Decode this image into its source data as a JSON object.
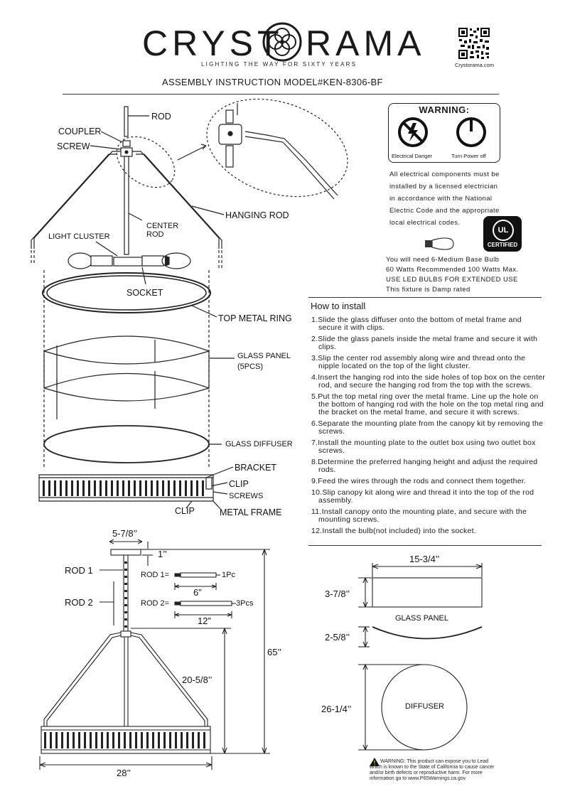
{
  "header": {
    "brand_left": "CRYST",
    "brand_right": "RAMA",
    "tagline": "LIGHTING THE WAY FOR SIXTY YEARS",
    "website": "Crystorama.com",
    "title": "ASSEMBLY INSTRUCTION MODEL#KEN-8306-BF"
  },
  "diagram_labels": {
    "rod": "ROD",
    "coupler": "COUPLER",
    "screw": "SCREW",
    "hanging_rod": "HANGING ROD",
    "center_rod_1": "CENTER",
    "center_rod_2": "ROD",
    "light_cluster": "LIGHT CLUSTER",
    "socket": "SOCKET",
    "top_metal_ring": "TOP METAL RING",
    "glass_panel_1": "GLASS PANEL",
    "glass_panel_2": "(5PCS)",
    "glass_diffuser": "GLASS DIFFUSER",
    "bracket": "BRACKET",
    "clip_right": "CLIP",
    "screws": "SCREWS",
    "clip_left": "CLIP",
    "metal_frame": "METAL FRAME"
  },
  "warning": {
    "title": "WARNING:",
    "icon_left_caption": "Electrical Danger",
    "icon_right_caption": "Turn Power off",
    "lines": [
      "All electrical components must be",
      "installed by a licensed electrician",
      "in accordance with the National",
      "Electric Code and the appropriate",
      "local electrical codes."
    ],
    "ul_text": "UL",
    "ul_caption": "CERTIFIED"
  },
  "bulb_info": [
    "You will need 6-Medium Base Bulb",
    "60 Watts Recommended 100 Watts Max.",
    "USE LED BULBS FOR EXTENDED USE",
    "This fixture is Damp rated"
  ],
  "instructions": {
    "heading": "How to install",
    "steps": [
      "1.Slide the glass diffuser onto the bottom of metal frame and secure it with clips.",
      "2.Slide the glass panels inside the metal frame and secure it with clips.",
      "3.Slip the center rod assembly along wire and thread onto the nipple located on the top of the light cluster.",
      "4.Insert the hanging rod into the side holes of top box on the center rod, and secure the hanging rod from the top with the screws.",
      "5.Put the top metal ring over the metal frame. Line up the hole on the bottom of hanging rod with the hole on the top metal ring and the bracket on the metal frame, and secure it with screws.",
      "6.Separate the mounting plate from the canopy kit by removing the screws.",
      "7.Install the mounting plate to the outlet box using two outlet box screws.",
      "8.Determine the preferred hanging height and adjust the required rods.",
      "9.Feed the wires through the rods and connect them together.",
      "10.Slip canopy kit along wire and thread it into the top of the rod assembly.",
      "11.Install canopy onto the mounting plate, and secure with the mounting screws.",
      "12.Install the bulb(not included) into the socket."
    ]
  },
  "dimensions": {
    "canopy_width": "5-7/8’’",
    "canopy_height": "1’’",
    "rod1_label": "ROD  1",
    "rod2_label": "ROD  2",
    "rod1_eq": "ROD 1=",
    "rod1_qty": "1Pc",
    "rod1_len": "6”",
    "rod2_eq": "ROD 2=",
    "rod2_qty": "3Pcs",
    "rod2_len": "12”",
    "overall_height": "65’’",
    "body_height": "20-5/8’’",
    "body_width": "28’’",
    "panel_width": "15-3/4’’",
    "panel_height": "3-7/8’’",
    "glass_panel": "GLASS PANEL",
    "panel_curve": "2-5/8’’",
    "diffuser_dia": "26-1/4’’",
    "diffuser": "DIFFUSER"
  },
  "prop65": {
    "lines": [
      "WARNING: This product can expose you to Lead",
      "which is known to the State of California to cause cancer",
      "and/or birth defects or reproductive harm. For more",
      "information go to www.P65Warnings.ca.gov"
    ]
  }
}
